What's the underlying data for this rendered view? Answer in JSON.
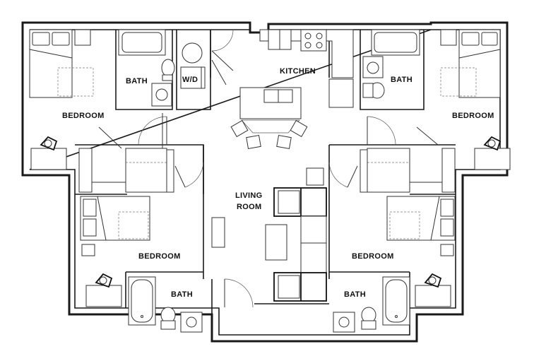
{
  "labels": {
    "kitchen": "KITCHEN",
    "wd": "W/D",
    "bath": "BATH",
    "bedroom": "BEDROOM",
    "living_line1": "LIVING",
    "living_line2": "ROOM"
  },
  "colors": {
    "wall": "#1a1a1a",
    "line": "#333333",
    "background": "#ffffff"
  }
}
